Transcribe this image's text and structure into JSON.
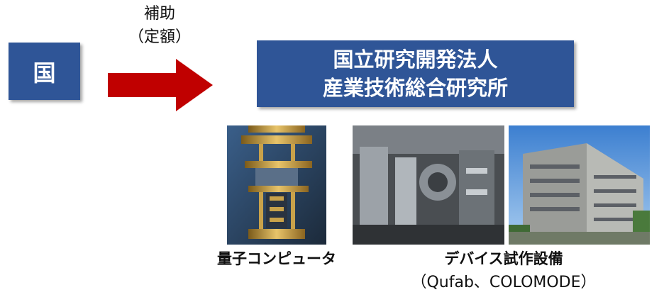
{
  "left_box": {
    "text": "国"
  },
  "arrow": {
    "label_line1": "補助",
    "label_line2": "（定額）",
    "color": "#c00000"
  },
  "right_box": {
    "line1": "国立研究開発法人",
    "line2": "産業技術総合研究所",
    "color": "#2f5597"
  },
  "photos": [
    {
      "label": "量子コンピュータ",
      "sublabel": ""
    },
    {
      "label": "デバイス試作設備",
      "sublabel": "（Qufab、COLOMODE）"
    },
    {
      "label": "",
      "sublabel": ""
    }
  ]
}
